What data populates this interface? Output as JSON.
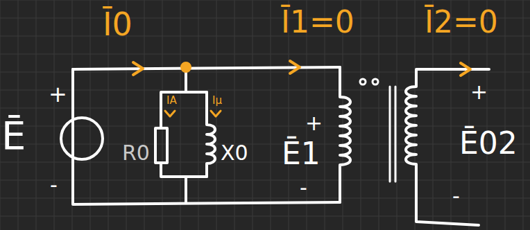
{
  "diagram": {
    "labels": [
      "Ī0",
      "Ī1=0",
      "Ī2=0",
      "+",
      "Ē",
      "IA",
      "Iμ",
      "+",
      "Ē1",
      "+",
      "Ē02",
      "R0",
      "X0",
      "-",
      "-",
      "-"
    ]
  }
}
